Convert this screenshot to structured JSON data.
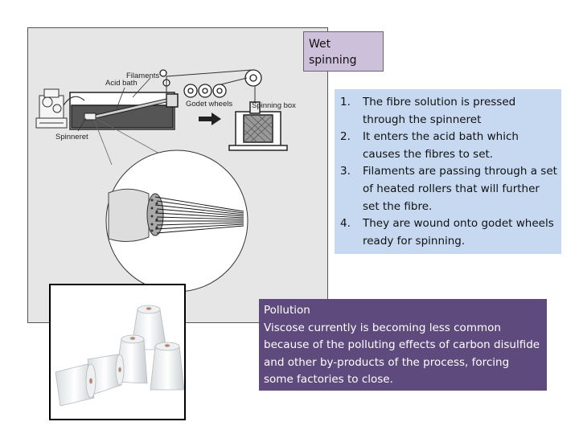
{
  "diagram": {
    "labels": {
      "filaments": "Filaments",
      "acid_bath": "Acid bath",
      "godet_wheels": "Godet wheels",
      "spinning_box": "Spinning box",
      "spinneret": "Spinneret"
    }
  },
  "title": "Wet spinning",
  "steps": [
    {
      "num": "1.",
      "text": "The fibre solution is pressed through the spinneret"
    },
    {
      "num": "2.",
      "text": "It enters the acid bath which causes the fibres to set."
    },
    {
      "num": "3.",
      "text": "Filaments are passing through a set of heated rollers that will further set the fibre."
    },
    {
      "num": "4.",
      "text": "They are wound onto godet wheels ready for spinning."
    }
  ],
  "pollution": {
    "heading": "Pollution",
    "body": "Viscose currently is becoming less common because of the polluting effects of carbon disulfide and other by-products of the process, forcing some factories to close."
  },
  "colors": {
    "title_bg": "#ccc0da",
    "steps_bg": "#c6d9f1",
    "pollution_bg": "#5f4a7e"
  }
}
